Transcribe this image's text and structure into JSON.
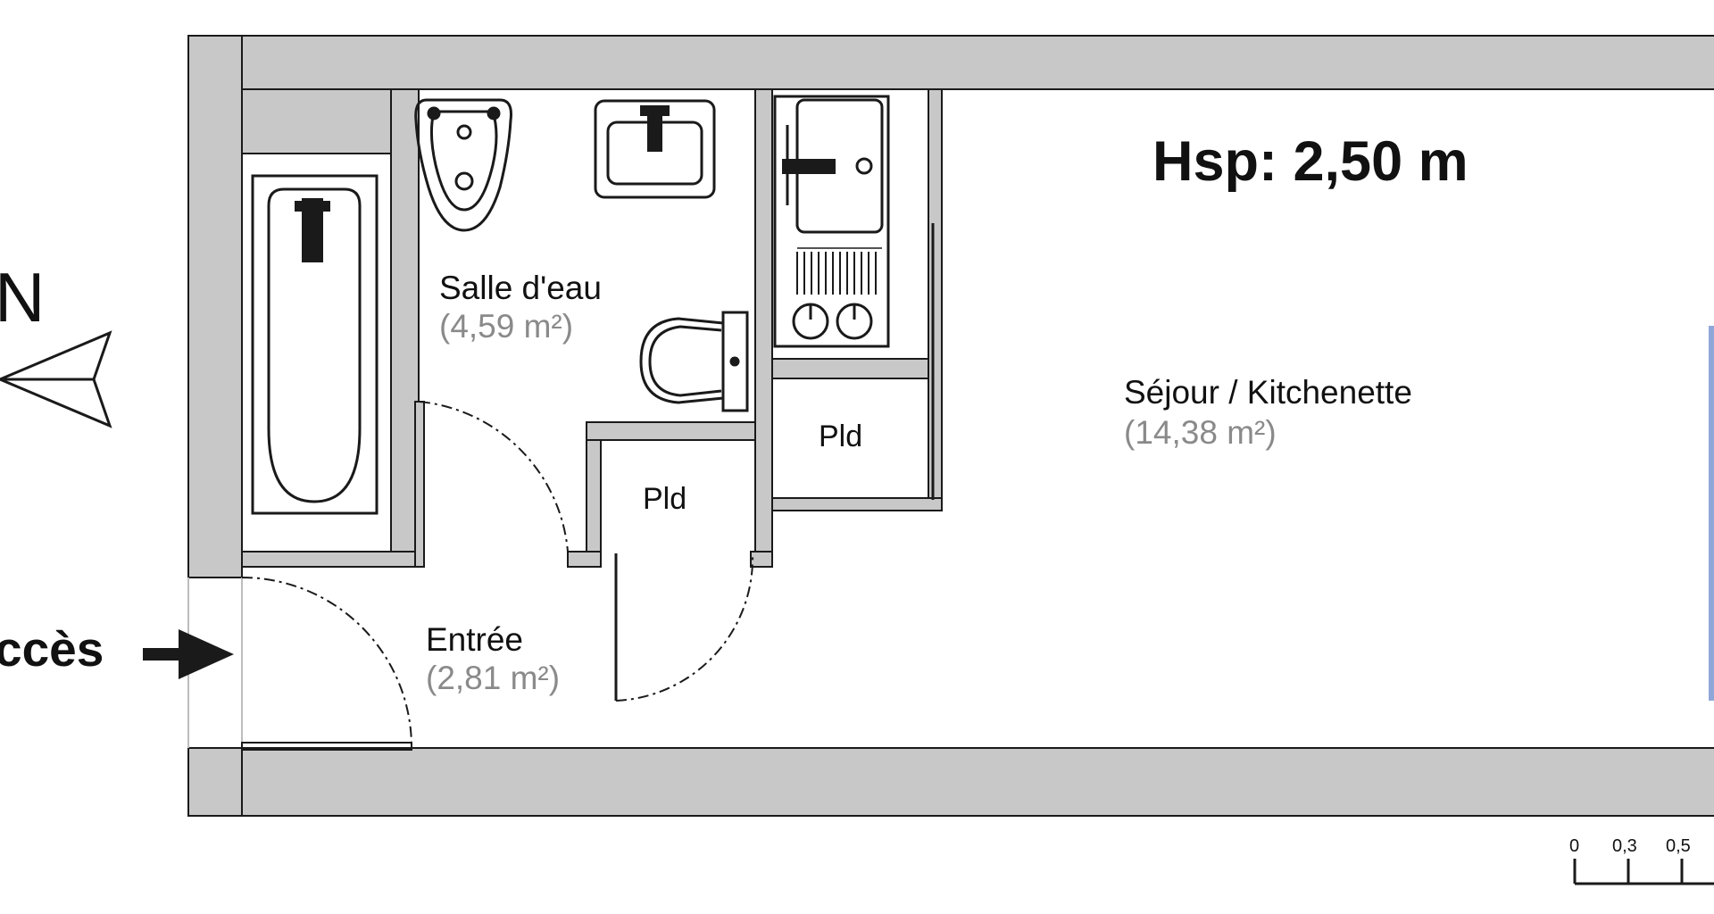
{
  "colors": {
    "wall": "#c8c8c8",
    "line": "#1a1a1a",
    "text": "#111111",
    "area_text": "#8a8a8a",
    "accent_window": "#8fa6d9"
  },
  "compass": {
    "label": "N"
  },
  "access": {
    "label": "ccès"
  },
  "ceiling": {
    "label": "Hsp: 2,50 m"
  },
  "rooms": {
    "bathroom": {
      "name": "Salle d'eau",
      "area": "(4,59 m²)"
    },
    "living": {
      "name": "Séjour / Kitchenette",
      "area": "(14,38 m²)"
    },
    "entry": {
      "name": "Entrée",
      "area": "(2,81 m²)"
    }
  },
  "closets": {
    "closet_a": "Pld",
    "closet_b": "Pld"
  },
  "scale": {
    "ticks": [
      "0",
      "0,3",
      "0,5"
    ]
  },
  "icons": [
    "compass-arrow-icon",
    "access-arrow-icon",
    "bathtub-icon",
    "toilet-icon",
    "sink-icon",
    "kitchenette-icon",
    "washbasin-icon"
  ]
}
